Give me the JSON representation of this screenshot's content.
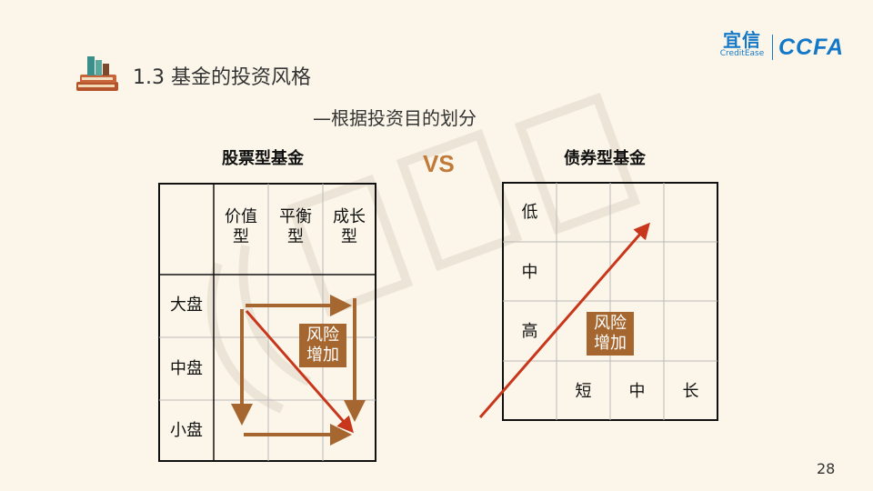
{
  "logo": {
    "yixin_cn": "宜信",
    "yixin_en": "CreditEase",
    "ccfa": "CCFA"
  },
  "slide": {
    "title": "1.3 基金的投资风格",
    "subtitle": "—根据投资目的划分",
    "page_number": "28"
  },
  "comparison": {
    "left_heading": "股票型基金",
    "vs_label": "VS",
    "right_heading": "债券型基金"
  },
  "stock_grid": {
    "column_headers": [
      {
        "line1": "价值",
        "line2": "型"
      },
      {
        "line1": "平衡",
        "line2": "型"
      },
      {
        "line1": "成长",
        "line2": "型"
      }
    ],
    "row_headers": [
      "大盘",
      "中盘",
      "小盘"
    ],
    "risk_label": {
      "line1": "风险",
      "line2": "增加"
    }
  },
  "bond_grid": {
    "row_headers": [
      "低",
      "中",
      "高"
    ],
    "column_headers": [
      "短",
      "中",
      "长"
    ],
    "risk_label": {
      "line1": "风险",
      "line2": "增加"
    }
  },
  "colors": {
    "background": "#fbf6e9",
    "accent_brown": "#a5672f",
    "arrow_red": "#c8361c",
    "brand_blue": "#1478c8",
    "vs_orange": "#c07a3a"
  }
}
